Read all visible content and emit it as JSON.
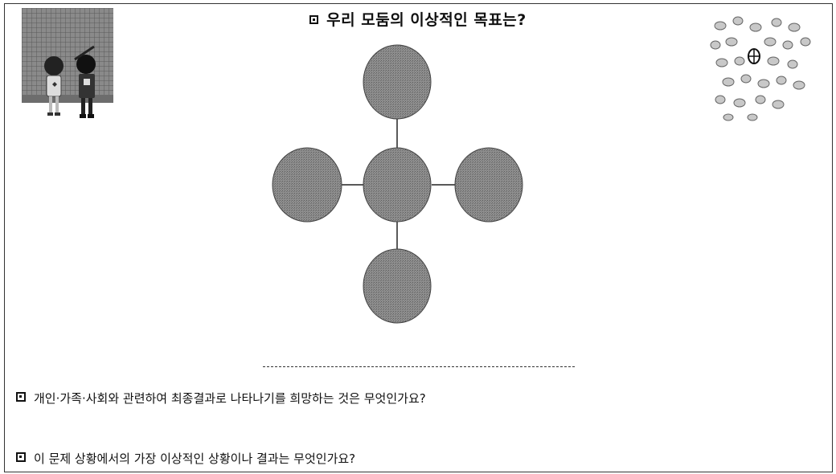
{
  "header": {
    "title": "우리 모둠의 이상적인 목표는?"
  },
  "diagram": {
    "type": "cross-of-circles",
    "circle_color": "#7a7a7a",
    "line_color": "#222222"
  },
  "questions": [
    "개인·가족·사회와 관련하여 최종결과로 나타나기를 희망하는 것은 무엇인가요?",
    "이 문제 상황에서의 가장 이상적인 상황이나 결과는 무엇인가요?"
  ],
  "illustrations": {
    "left": "two-children-at-chalkboard",
    "right": "scattered-figures-cluster"
  }
}
